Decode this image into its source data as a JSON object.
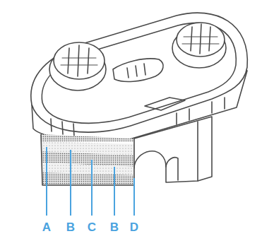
{
  "diagram": {
    "labels": [
      "A",
      "B",
      "C",
      "B",
      "D"
    ]
  }
}
